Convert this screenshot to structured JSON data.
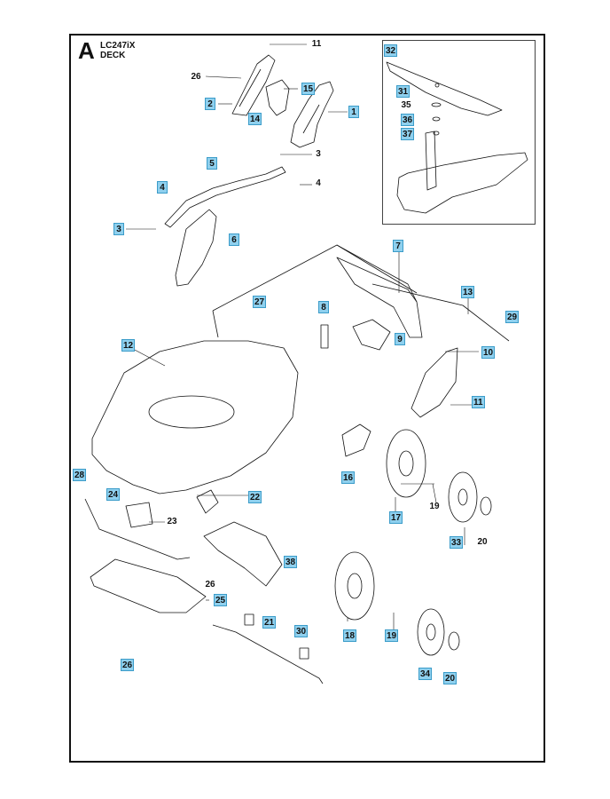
{
  "header": {
    "section_letter": "A",
    "model": "LC247iX",
    "section": "DECK"
  },
  "colors": {
    "callout_fill": "#8fd0ee",
    "callout_border": "#3b9cc9",
    "line": "#111111"
  },
  "callouts": [
    {
      "id": "c11a",
      "label": "11",
      "boxed": false
    },
    {
      "id": "c26a",
      "label": "26",
      "boxed": false
    },
    {
      "id": "c15",
      "label": "15",
      "boxed": true
    },
    {
      "id": "c2",
      "label": "2",
      "boxed": true
    },
    {
      "id": "c14",
      "label": "14",
      "boxed": true
    },
    {
      "id": "c1",
      "label": "1",
      "boxed": true
    },
    {
      "id": "c3a",
      "label": "3",
      "boxed": false
    },
    {
      "id": "c5",
      "label": "5",
      "boxed": true
    },
    {
      "id": "c4a",
      "label": "4",
      "boxed": true
    },
    {
      "id": "c4b",
      "label": "4",
      "boxed": false
    },
    {
      "id": "c3b",
      "label": "3",
      "boxed": true
    },
    {
      "id": "c6",
      "label": "6",
      "boxed": true
    },
    {
      "id": "c7",
      "label": "7",
      "boxed": true
    },
    {
      "id": "c13",
      "label": "13",
      "boxed": true
    },
    {
      "id": "c29",
      "label": "29",
      "boxed": true
    },
    {
      "id": "c27",
      "label": "27",
      "boxed": true
    },
    {
      "id": "c8",
      "label": "8",
      "boxed": true
    },
    {
      "id": "c9",
      "label": "9",
      "boxed": true
    },
    {
      "id": "c10",
      "label": "10",
      "boxed": true
    },
    {
      "id": "c12",
      "label": "12",
      "boxed": true
    },
    {
      "id": "c11b",
      "label": "11",
      "boxed": true
    },
    {
      "id": "c16",
      "label": "16",
      "boxed": true
    },
    {
      "id": "c28",
      "label": "28",
      "boxed": true
    },
    {
      "id": "c24",
      "label": "24",
      "boxed": true
    },
    {
      "id": "c22",
      "label": "22",
      "boxed": true
    },
    {
      "id": "c17",
      "label": "17",
      "boxed": true
    },
    {
      "id": "c19a",
      "label": "19",
      "boxed": false
    },
    {
      "id": "c23",
      "label": "23",
      "boxed": false
    },
    {
      "id": "c33",
      "label": "33",
      "boxed": true
    },
    {
      "id": "c20a",
      "label": "20",
      "boxed": false
    },
    {
      "id": "c38",
      "label": "38",
      "boxed": true
    },
    {
      "id": "c26b",
      "label": "26",
      "boxed": false
    },
    {
      "id": "c25",
      "label": "25",
      "boxed": true
    },
    {
      "id": "c21",
      "label": "21",
      "boxed": true
    },
    {
      "id": "c30",
      "label": "30",
      "boxed": true
    },
    {
      "id": "c18",
      "label": "18",
      "boxed": true
    },
    {
      "id": "c19b",
      "label": "19",
      "boxed": true
    },
    {
      "id": "c26c",
      "label": "26",
      "boxed": true
    },
    {
      "id": "c34",
      "label": "34",
      "boxed": true
    },
    {
      "id": "c20b",
      "label": "20",
      "boxed": true
    },
    {
      "id": "c32",
      "label": "32",
      "boxed": true
    },
    {
      "id": "c31",
      "label": "31",
      "boxed": true
    },
    {
      "id": "c35",
      "label": "35",
      "boxed": false
    },
    {
      "id": "c36",
      "label": "36",
      "boxed": true
    },
    {
      "id": "c37",
      "label": "37",
      "boxed": true
    }
  ]
}
